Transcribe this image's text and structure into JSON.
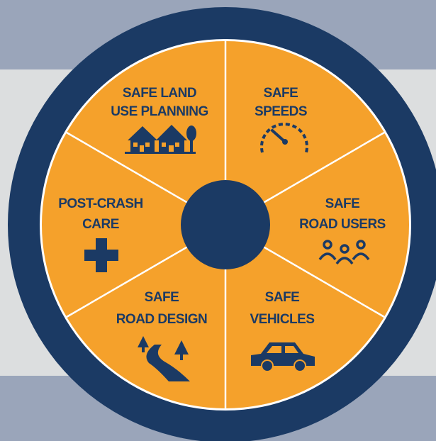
{
  "colors": {
    "background_bands": "#9aa5ba",
    "middle_band": "#dcdedf",
    "ring": "#1b3a64",
    "segment_fill": "#f5a12b",
    "divider": "#ffffff",
    "text": "#1b3a64"
  },
  "segments": [
    {
      "lines": [
        "SAFE LAND",
        "USE PLANNING"
      ],
      "icon": "houses-icon"
    },
    {
      "lines": [
        "SAFE",
        "SPEEDS"
      ],
      "icon": "speedometer-icon"
    },
    {
      "lines": [
        "SAFE",
        "ROAD USERS"
      ],
      "icon": "people-icon"
    },
    {
      "lines": [
        "SAFE",
        "VEHICLES"
      ],
      "icon": "car-icon"
    },
    {
      "lines": [
        "SAFE",
        "ROAD DESIGN"
      ],
      "icon": "road-icon"
    },
    {
      "lines": [
        "POST-CRASH",
        "CARE"
      ],
      "icon": "medical-cross-icon"
    }
  ]
}
